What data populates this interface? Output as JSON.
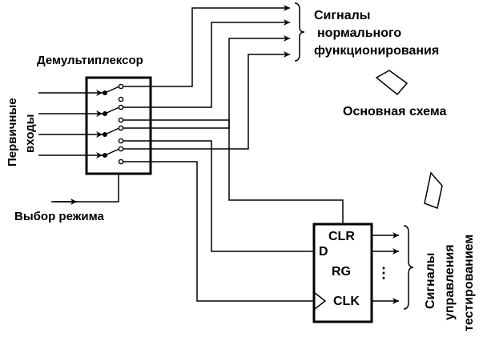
{
  "labels": {
    "demux_title": "Демультиплексор",
    "primary_inputs_line1": "Первичные",
    "primary_inputs_line2": "входы",
    "mode_select": "Выбор режима",
    "normal_signals_line1": "Сигналы",
    "normal_signals_line2": "нормального",
    "normal_signals_line3": "функционирования",
    "main_circuit": "Основная схема",
    "test_signals_line1": "Сигналы",
    "test_signals_line2": "управления",
    "test_signals_line3": "тестированием",
    "reg_clr": "CLR",
    "reg_d": "D",
    "reg_rg": "RG",
    "reg_clk": "CLK",
    "reg_dots": "⋮"
  }
}
